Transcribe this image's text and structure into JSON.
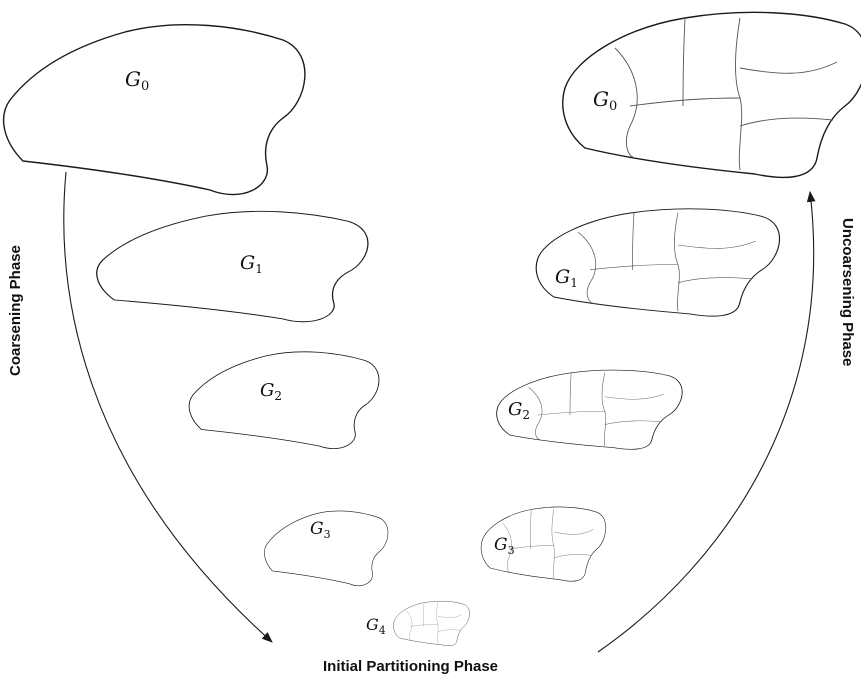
{
  "phases": {
    "coarsening": "Coarsening Phase",
    "uncoarsening": "Uncoarsening Phase",
    "initial": "Initial Partitioning Phase"
  },
  "graphs": {
    "g0": {
      "base": "G",
      "sub": "0"
    },
    "g1": {
      "base": "G",
      "sub": "1"
    },
    "g2": {
      "base": "G",
      "sub": "2"
    },
    "g3": {
      "base": "G",
      "sub": "3"
    },
    "g4": {
      "base": "G",
      "sub": "4"
    }
  },
  "colors": {
    "stroke": "#1a1a1a",
    "partition_lines": "#555555"
  }
}
